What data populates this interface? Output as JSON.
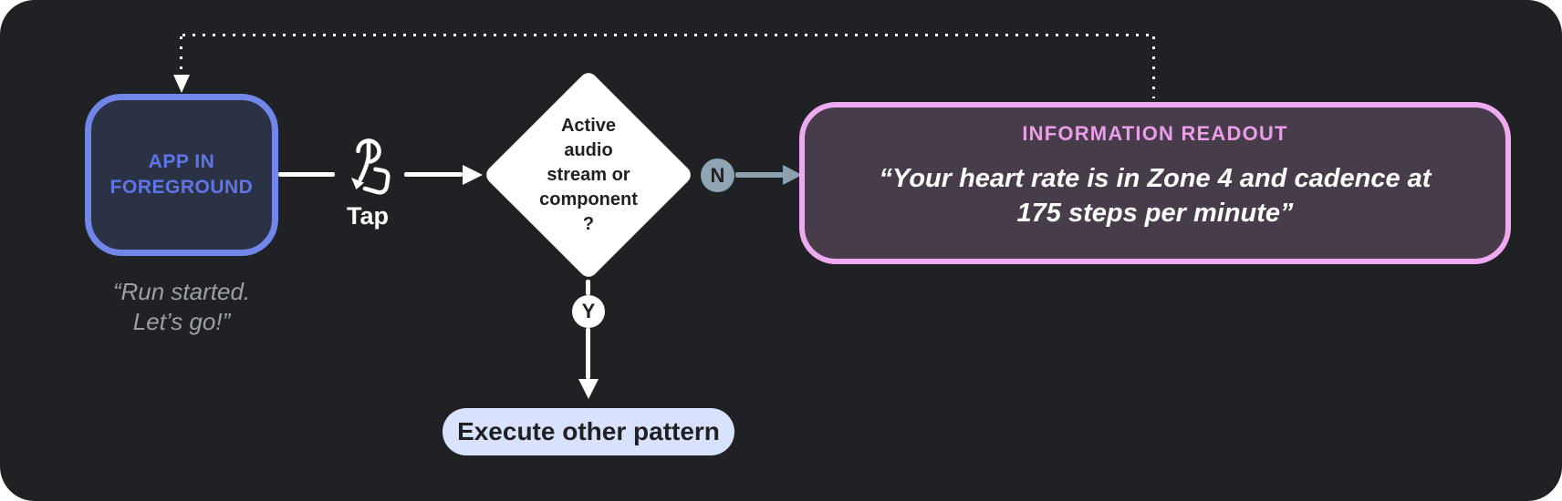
{
  "colors": {
    "container_bg": "#202124",
    "app_box_border": "#7086E8",
    "app_box_fill": "#2B3245",
    "app_box_text": "#5F75E6",
    "muted_caption_text": "#9AA0A6",
    "flow_line": "#FFFFFF",
    "decision_fill": "#FFFFFF",
    "decision_text": "#1F2023",
    "no_badge_fill": "#90A5B3",
    "no_arrow": "#8CA1AF",
    "yes_badge_fill": "#FFFFFF",
    "readout_border": "#EFA9F0",
    "readout_fill": "#473C4A",
    "readout_title_text": "#EC9DE9",
    "pill_fill": "#D8E2FC",
    "pill_text": "#1F2023"
  },
  "nodes": {
    "app_state": {
      "label_line1": "APP IN",
      "label_line2": "FOREGROUND",
      "caption_line1": "“Run started.",
      "caption_line2": "Let’s go!”"
    },
    "gesture": {
      "label": "Tap",
      "icon": "tap-gesture-icon"
    },
    "decision": {
      "lines": [
        "Active",
        "audio",
        "stream or",
        "component",
        "?"
      ]
    },
    "branch_no": {
      "label": "N"
    },
    "branch_yes": {
      "label": "Y"
    },
    "readout": {
      "title": "INFORMATION READOUT",
      "quote_line1": "“Your heart rate is in Zone 4 and cadence at",
      "quote_line2": "175 steps per minute”"
    },
    "action": {
      "label": "Execute other pattern"
    }
  }
}
